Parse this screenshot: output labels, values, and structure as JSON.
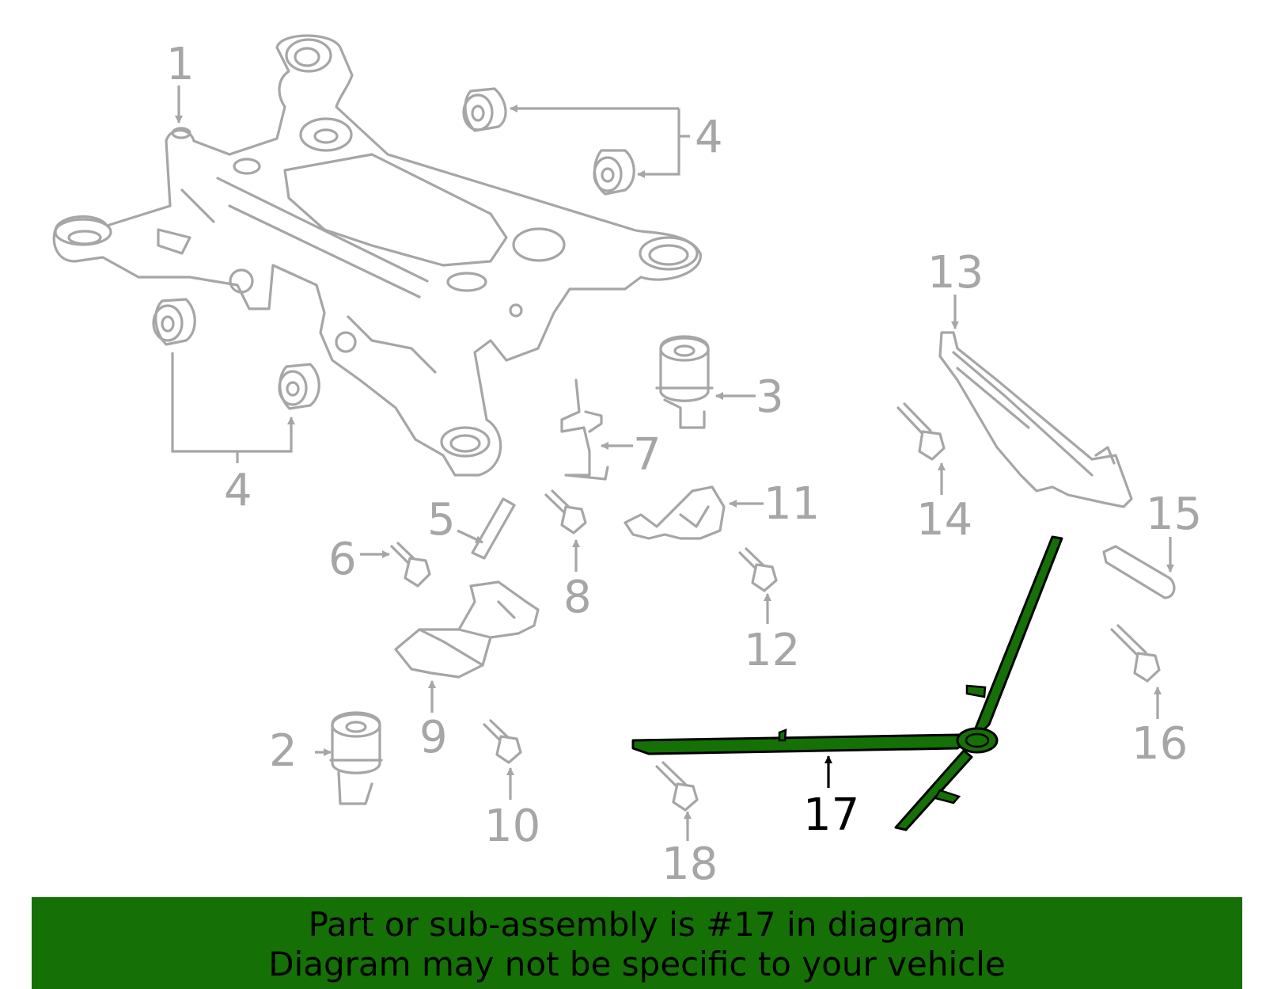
{
  "colors": {
    "highlight": "#157006",
    "part_outline": "#a6a6a6",
    "active_callout": "#000000",
    "banner_bg": "#157006"
  },
  "callouts": [
    "1",
    "2",
    "3",
    "4",
    "4",
    "5",
    "6",
    "7",
    "8",
    "9",
    "10",
    "11",
    "12",
    "13",
    "14",
    "15",
    "16",
    "17",
    "18"
  ],
  "highlighted_part": "17",
  "banner": {
    "line1": "Part or sub-assembly is #17 in diagram",
    "line2": "Diagram may not be specific to your vehicle"
  }
}
